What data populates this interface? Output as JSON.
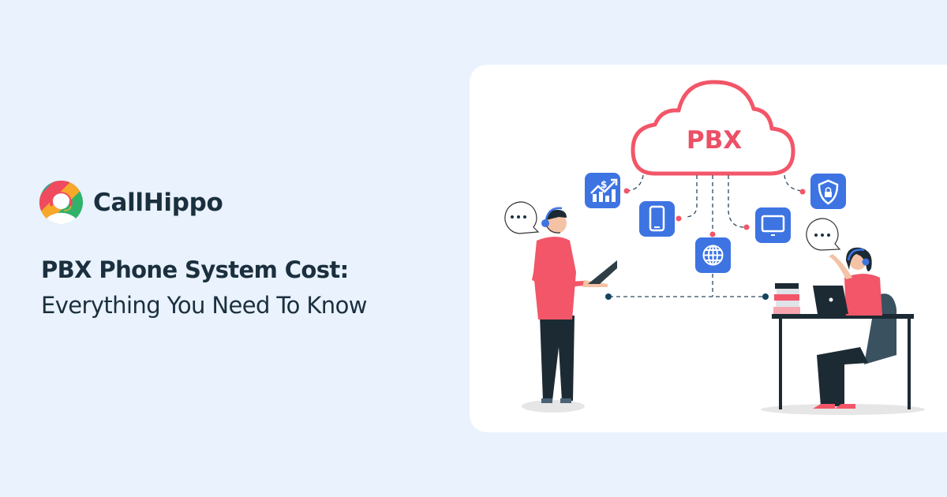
{
  "brand": {
    "name": "CallHippo",
    "logo_icon": "headset-agent-logo-icon",
    "logo_colors": [
      "#3d7be8",
      "#f04a5f",
      "#f7a82a",
      "#2fb36b"
    ]
  },
  "headline": {
    "line1": "PBX Phone System Cost:",
    "line2": "Everything You Need To Know"
  },
  "illustration": {
    "cloud_label": "PBX",
    "cloud_color": "#f25668",
    "tile_color": "#3d74e2",
    "icons": [
      "finance-growth-icon",
      "smartphone-icon",
      "globe-icon",
      "monitor-icon",
      "security-shield-lock-icon"
    ],
    "speech_bubble_text": "..."
  },
  "colors": {
    "background": "#e9f2fd",
    "card": "#ffffff",
    "text_dark": "#1b2f3e",
    "accent_red": "#f25668",
    "accent_blue": "#3d74e2"
  }
}
